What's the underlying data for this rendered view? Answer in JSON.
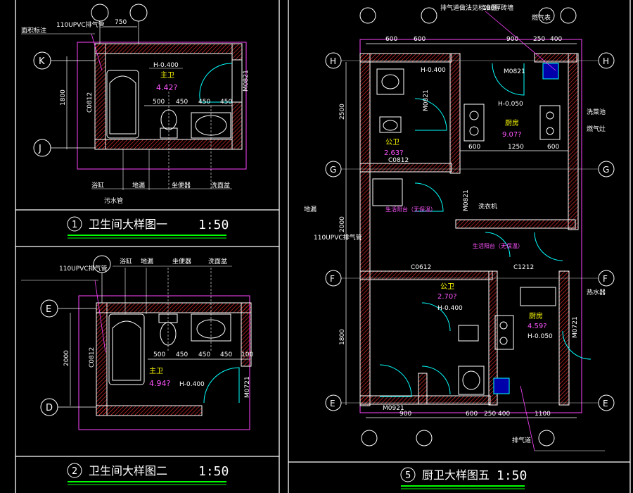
{
  "details": [
    {
      "title_no": "1",
      "title": "卫生间大样图一",
      "scale": "1:50",
      "room": "主卫",
      "area": "4.42?",
      "elev": "H-0.400",
      "dims_top": [
        "750"
      ],
      "dims_inner": [
        "500",
        "450",
        "450",
        "450"
      ],
      "dim_side": "1800",
      "window": "C0812",
      "door": "M0821",
      "axis_labels": [
        "K",
        "J"
      ],
      "labels": [
        "浴缸",
        "地漏",
        "坐便器",
        "洗面盆",
        "污水管",
        "110UPVC排气管",
        "面积标注"
      ]
    },
    {
      "title_no": "2",
      "title": "卫生间大样图二",
      "scale": "1:50",
      "room": "主卫",
      "area": "4.94?",
      "elev": "H-0.400",
      "dims_inner": [
        "500",
        "450",
        "450",
        "450",
        "100"
      ],
      "dim_side": "2000",
      "window": "C0812",
      "door": "M0721",
      "axis_labels": [
        "E",
        "D"
      ],
      "labels": [
        "浴缸",
        "地漏",
        "坐便器",
        "洗面盆",
        "110UPVC排气管"
      ]
    },
    {
      "title_no": "5",
      "title": "厨卫大样图五",
      "scale": "1:50",
      "rooms": [
        {
          "name": "厨房",
          "area": "9.07?",
          "elev": "H-0.050"
        },
        {
          "name": "公卫",
          "area": "2.63?",
          "elev": "H-0.400"
        },
        {
          "name": "公卫",
          "area": "2.70?",
          "elev": "H-0.400"
        },
        {
          "name": "厨房",
          "area": "4.59?",
          "elev": "H-0.050"
        }
      ],
      "dims_top": [
        "600",
        "600",
        "900",
        "250",
        "400"
      ],
      "dims_bottom": [
        "900",
        "600",
        "250",
        "400",
        "1100"
      ],
      "dims_mid": [
        "600",
        "1250",
        "600"
      ],
      "dims_left": [
        "2500",
        "2000",
        "1800"
      ],
      "doors": [
        "M0821",
        "M0821",
        "M0821",
        "M0721",
        "M0921"
      ],
      "windows": [
        "C0812",
        "C0612",
        "C1212"
      ],
      "axis_labels": [
        "H",
        "G",
        "F",
        "E"
      ],
      "notes": [
        "排气道做法见标准图",
        "100厚砖墙",
        "燃气表",
        "生活阳台（无保温）",
        "洗衣机",
        "洗菜池",
        "燃气灶",
        "热水器",
        "地漏",
        "排气道",
        "110UPVC排气管"
      ]
    }
  ]
}
